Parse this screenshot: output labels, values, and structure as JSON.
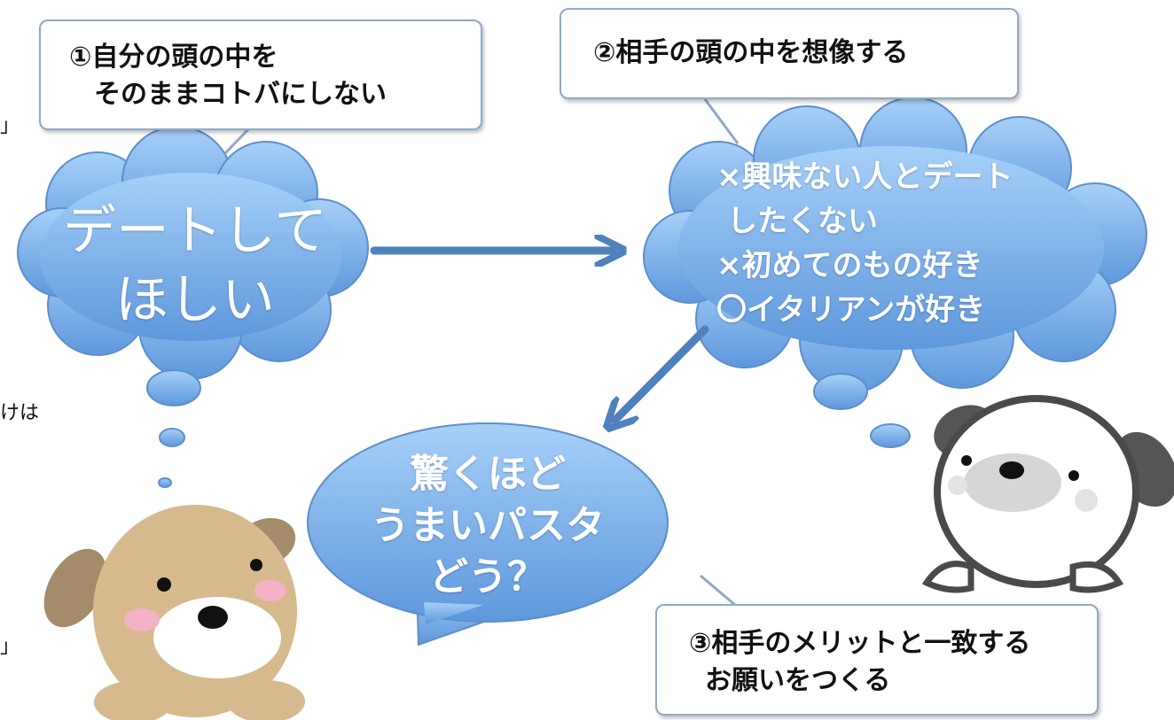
{
  "callouts": {
    "step1": {
      "line1": "①自分の頭の中を",
      "line2": "そのままコトバにしない"
    },
    "step2": {
      "line1": "②相手の頭の中を想像する"
    },
    "step3": {
      "line1": "③相手のメリットと一致する",
      "line2": "お願いをつくる"
    }
  },
  "own_thought": {
    "line1": "デートして",
    "line2": "ほしい"
  },
  "partner_thought": {
    "line1": "×興味ない人とデート",
    "line2": "したくない",
    "line3": "×初めてのもの好き",
    "line4": "〇イタリアンが好き"
  },
  "request_speech": {
    "line1": "驚くほど",
    "line2": "うまいパスタ",
    "line3": "どう？"
  },
  "cropped_margin_text": {
    "frag_a": "」",
    "frag_b": "けは",
    "frag_c": "」"
  },
  "colors": {
    "cloud_fill": "#7eb4ec",
    "cloud_stroke": "#5b8fcc",
    "arrow": "#4f81bd",
    "callout_border": "#8fa9c8",
    "tan_dog": "#d7b98e",
    "white_dog_outline": "#4a4a4a"
  }
}
